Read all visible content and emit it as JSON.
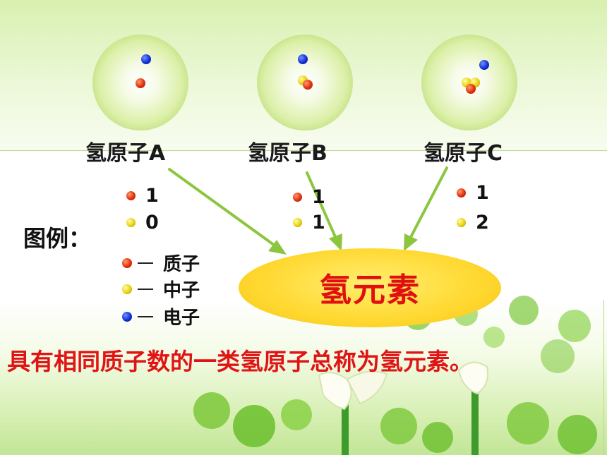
{
  "atoms": [
    {
      "label": "氢原子A",
      "protons": "1",
      "neutrons": "0"
    },
    {
      "label": "氢原子B",
      "protons": "1",
      "neutrons": "1"
    },
    {
      "label": "氢原子C",
      "protons": "1",
      "neutrons": "2"
    }
  ],
  "legend": {
    "title": "图例：",
    "items": [
      {
        "particle": "proton",
        "label": "质子"
      },
      {
        "particle": "neutron",
        "label": "中子"
      },
      {
        "particle": "electron",
        "label": "电子"
      }
    ]
  },
  "element": "氢元素",
  "definition": "具有相同质子数的一类氢原子总称为氢元素。",
  "colors": {
    "proton": "#e0300c",
    "neutron": "#e8d010",
    "electron": "#1030d8",
    "arrow": "#8cc63f",
    "highlight_text": "#e01414",
    "ellipse_fill": "#ffd830"
  }
}
